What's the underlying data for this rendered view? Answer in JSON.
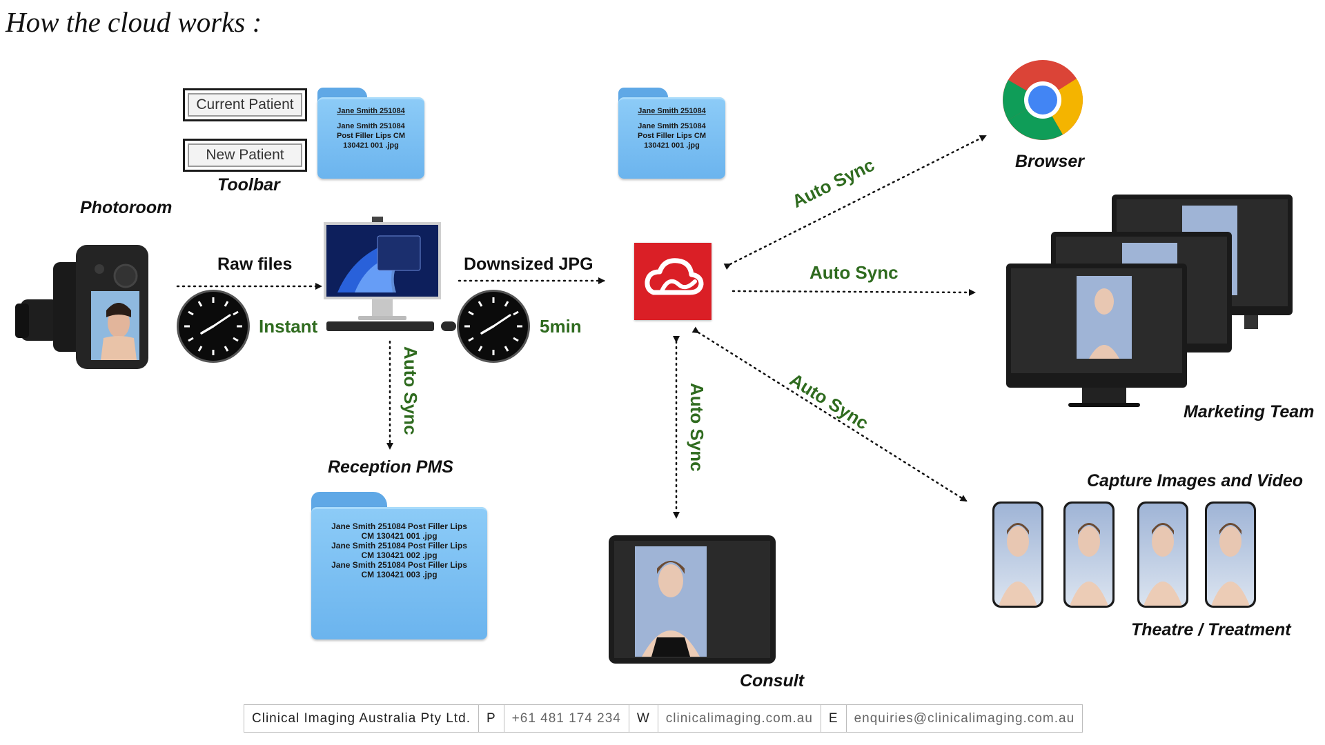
{
  "title": "How the cloud works :",
  "toolbar": {
    "current_patient": "Current Patient",
    "new_patient": "New Patient",
    "label": "Toolbar"
  },
  "folders": {
    "toolbar_folder": {
      "title": "Jane Smith 251084",
      "lines": [
        "Jane Smith 251084",
        "Post Filler Lips  CM",
        "130421 001 .jpg"
      ]
    },
    "cloud_folder": {
      "title": "Jane Smith 251084",
      "lines": [
        "Jane Smith 251084",
        "Post Filler Lips  CM",
        "130421 001 .jpg"
      ]
    },
    "pms_folder": {
      "lines": [
        "Jane Smith 251084 Post Filler Lips",
        "CM 130421 001 .jpg",
        "Jane Smith 251084 Post Filler Lips",
        "CM 130421 002 .jpg",
        "Jane Smith 251084 Post Filler Lips",
        "CM 130421 003 .jpg"
      ]
    }
  },
  "labels": {
    "photoroom": "Photoroom",
    "raw_files": "Raw files",
    "instant": "Instant",
    "downsized_jpg": "Downsized JPG",
    "five_min": "5min",
    "reception_pms": "Reception PMS",
    "consult": "Consult",
    "browser": "Browser",
    "marketing_team": "Marketing Team",
    "capture": "Capture Images and Video",
    "theatre": "Theatre / Treatment"
  },
  "sync": {
    "browser": "Auto Sync",
    "marketing": "Auto Sync",
    "theatre": "Auto Sync",
    "pms": "Auto Sync",
    "consult": "Auto Sync"
  },
  "footer": {
    "company": "Clinical Imaging Australia Pty Ltd.",
    "p_label": "P",
    "phone": "+61 481 174 234",
    "w_label": "W",
    "website": "clinicalimaging.com.au",
    "e_label": "E",
    "email": "enquiries@clinicalimaging.com.au"
  },
  "colors": {
    "accent_green": "#2f6b1f",
    "adobe_red": "#da1f26",
    "folder_blue": "#6bb4ee"
  },
  "icons": [
    "camera-icon",
    "computer-icon",
    "clock-icon",
    "folder-icon",
    "creative-cloud-icon",
    "chrome-icon",
    "monitor-icon",
    "tablet-icon",
    "phone-icon"
  ]
}
